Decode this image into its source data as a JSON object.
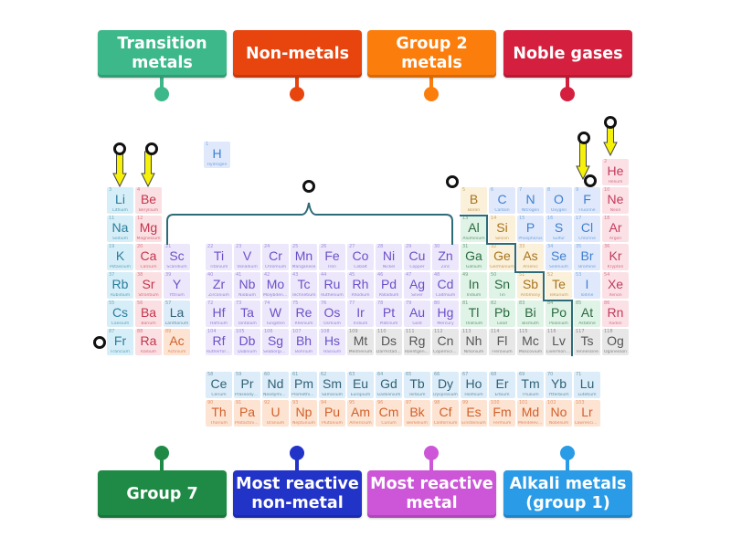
{
  "labels_top": [
    {
      "text": "Transition metals",
      "color": "#3db88a"
    },
    {
      "text": "Non-metals",
      "color": "#e8440e"
    },
    {
      "text": "Group 2 metals",
      "color": "#fb7d0c"
    },
    {
      "text": "Noble gases",
      "color": "#d4203e"
    }
  ],
  "labels_bottom": [
    {
      "text": "Group 7",
      "color": "#1f8a45"
    },
    {
      "text": "Most reactive non-metal",
      "color": "#2233c8"
    },
    {
      "text": "Most reactive metal",
      "color": "#cc55d8"
    },
    {
      "text": "Alkali metals (group 1)",
      "color": "#2a9be6"
    }
  ],
  "periodic_table": {
    "elements": [
      {
        "n": "1",
        "s": "H",
        "name": "Hydrogen",
        "p": 1,
        "g": 1,
        "c": "nonmetal"
      },
      {
        "n": "2",
        "s": "He",
        "name": "Helium",
        "p": 1,
        "g": 18,
        "c": "noble"
      },
      {
        "n": "3",
        "s": "Li",
        "name": "Lithium",
        "p": 2,
        "g": 1,
        "c": "alkali"
      },
      {
        "n": "4",
        "s": "Be",
        "name": "Beryllium",
        "p": 2,
        "g": 2,
        "c": "alkaline"
      },
      {
        "n": "5",
        "s": "B",
        "name": "Boron",
        "p": 2,
        "g": 13,
        "c": "metalloid"
      },
      {
        "n": "6",
        "s": "C",
        "name": "Carbon",
        "p": 2,
        "g": 14,
        "c": "nonmetal"
      },
      {
        "n": "7",
        "s": "N",
        "name": "Nitrogen",
        "p": 2,
        "g": 15,
        "c": "nonmetal"
      },
      {
        "n": "8",
        "s": "O",
        "name": "Oxygen",
        "p": 2,
        "g": 16,
        "c": "nonmetal"
      },
      {
        "n": "9",
        "s": "F",
        "name": "Fluorine",
        "p": 2,
        "g": 17,
        "c": "nonmetal"
      },
      {
        "n": "10",
        "s": "Ne",
        "name": "Neon",
        "p": 2,
        "g": 18,
        "c": "noble"
      },
      {
        "n": "11",
        "s": "Na",
        "name": "Sodium",
        "p": 3,
        "g": 1,
        "c": "alkali"
      },
      {
        "n": "12",
        "s": "Mg",
        "name": "Magnesium",
        "p": 3,
        "g": 2,
        "c": "alkaline"
      },
      {
        "n": "13",
        "s": "Al",
        "name": "Aluminium",
        "p": 3,
        "g": 13,
        "c": "post"
      },
      {
        "n": "14",
        "s": "Si",
        "name": "Silicon",
        "p": 3,
        "g": 14,
        "c": "metalloid"
      },
      {
        "n": "15",
        "s": "P",
        "name": "Phosphorus",
        "p": 3,
        "g": 15,
        "c": "nonmetal"
      },
      {
        "n": "16",
        "s": "S",
        "name": "Sulfur",
        "p": 3,
        "g": 16,
        "c": "nonmetal"
      },
      {
        "n": "17",
        "s": "Cl",
        "name": "Chlorine",
        "p": 3,
        "g": 17,
        "c": "nonmetal"
      },
      {
        "n": "18",
        "s": "Ar",
        "name": "Argon",
        "p": 3,
        "g": 18,
        "c": "noble"
      },
      {
        "n": "19",
        "s": "K",
        "name": "Potassium",
        "p": 4,
        "g": 1,
        "c": "alkali"
      },
      {
        "n": "20",
        "s": "Ca",
        "name": "Calcium",
        "p": 4,
        "g": 2,
        "c": "alkaline"
      },
      {
        "n": "21",
        "s": "Sc",
        "name": "Scandium",
        "p": 4,
        "g": 3,
        "c": "transition"
      },
      {
        "n": "22",
        "s": "Ti",
        "name": "Titanium",
        "p": 4,
        "g": 4,
        "c": "transition"
      },
      {
        "n": "23",
        "s": "V",
        "name": "Vanadium",
        "p": 4,
        "g": 5,
        "c": "transition"
      },
      {
        "n": "24",
        "s": "Cr",
        "name": "Chromium",
        "p": 4,
        "g": 6,
        "c": "transition"
      },
      {
        "n": "25",
        "s": "Mn",
        "name": "Manganese",
        "p": 4,
        "g": 7,
        "c": "transition"
      },
      {
        "n": "26",
        "s": "Fe",
        "name": "Iron",
        "p": 4,
        "g": 8,
        "c": "transition"
      },
      {
        "n": "27",
        "s": "Co",
        "name": "Cobalt",
        "p": 4,
        "g": 9,
        "c": "transition"
      },
      {
        "n": "28",
        "s": "Ni",
        "name": "Nickel",
        "p": 4,
        "g": 10,
        "c": "transition"
      },
      {
        "n": "29",
        "s": "Cu",
        "name": "Copper",
        "p": 4,
        "g": 11,
        "c": "transition"
      },
      {
        "n": "30",
        "s": "Zn",
        "name": "Zinc",
        "p": 4,
        "g": 12,
        "c": "transition"
      },
      {
        "n": "31",
        "s": "Ga",
        "name": "Gallium",
        "p": 4,
        "g": 13,
        "c": "post"
      },
      {
        "n": "32",
        "s": "Ge",
        "name": "Germanium",
        "p": 4,
        "g": 14,
        "c": "metalloid"
      },
      {
        "n": "33",
        "s": "As",
        "name": "Arsenic",
        "p": 4,
        "g": 15,
        "c": "metalloid"
      },
      {
        "n": "34",
        "s": "Se",
        "name": "Selenium",
        "p": 4,
        "g": 16,
        "c": "nonmetal"
      },
      {
        "n": "35",
        "s": "Br",
        "name": "Bromine",
        "p": 4,
        "g": 17,
        "c": "nonmetal"
      },
      {
        "n": "36",
        "s": "Kr",
        "name": "Krypton",
        "p": 4,
        "g": 18,
        "c": "noble"
      },
      {
        "n": "37",
        "s": "Rb",
        "name": "Rubidium",
        "p": 5,
        "g": 1,
        "c": "alkali"
      },
      {
        "n": "38",
        "s": "Sr",
        "name": "Strontium",
        "p": 5,
        "g": 2,
        "c": "alkaline"
      },
      {
        "n": "39",
        "s": "Y",
        "name": "Yttrium",
        "p": 5,
        "g": 3,
        "c": "transition"
      },
      {
        "n": "40",
        "s": "Zr",
        "name": "Zirconium",
        "p": 5,
        "g": 4,
        "c": "transition"
      },
      {
        "n": "41",
        "s": "Nb",
        "name": "Niobium",
        "p": 5,
        "g": 5,
        "c": "transition"
      },
      {
        "n": "42",
        "s": "Mo",
        "name": "Molybdenum",
        "p": 5,
        "g": 6,
        "c": "transition"
      },
      {
        "n": "43",
        "s": "Tc",
        "name": "Technetium",
        "p": 5,
        "g": 7,
        "c": "transition"
      },
      {
        "n": "44",
        "s": "Ru",
        "name": "Ruthenium",
        "p": 5,
        "g": 8,
        "c": "transition"
      },
      {
        "n": "45",
        "s": "Rh",
        "name": "Rhodium",
        "p": 5,
        "g": 9,
        "c": "transition"
      },
      {
        "n": "46",
        "s": "Pd",
        "name": "Palladium",
        "p": 5,
        "g": 10,
        "c": "transition"
      },
      {
        "n": "47",
        "s": "Ag",
        "name": "Silver",
        "p": 5,
        "g": 11,
        "c": "transition"
      },
      {
        "n": "48",
        "s": "Cd",
        "name": "Cadmium",
        "p": 5,
        "g": 12,
        "c": "transition"
      },
      {
        "n": "49",
        "s": "In",
        "name": "Indium",
        "p": 5,
        "g": 13,
        "c": "post"
      },
      {
        "n": "50",
        "s": "Sn",
        "name": "Tin",
        "p": 5,
        "g": 14,
        "c": "post"
      },
      {
        "n": "51",
        "s": "Sb",
        "name": "Antimony",
        "p": 5,
        "g": 15,
        "c": "metalloid"
      },
      {
        "n": "52",
        "s": "Te",
        "name": "Tellurium",
        "p": 5,
        "g": 16,
        "c": "metalloid"
      },
      {
        "n": "53",
        "s": "I",
        "name": "Iodine",
        "p": 5,
        "g": 17,
        "c": "nonmetal"
      },
      {
        "n": "54",
        "s": "Xe",
        "name": "Xenon",
        "p": 5,
        "g": 18,
        "c": "noble"
      },
      {
        "n": "55",
        "s": "Cs",
        "name": "Caesium",
        "p": 6,
        "g": 1,
        "c": "alkali"
      },
      {
        "n": "56",
        "s": "Ba",
        "name": "Barium",
        "p": 6,
        "g": 2,
        "c": "alkaline"
      },
      {
        "n": "57",
        "s": "La",
        "name": "Lanthanum",
        "p": 6,
        "g": 3,
        "c": "lanth"
      },
      {
        "n": "72",
        "s": "Hf",
        "name": "Hafnium",
        "p": 6,
        "g": 4,
        "c": "transition"
      },
      {
        "n": "73",
        "s": "Ta",
        "name": "Tantalum",
        "p": 6,
        "g": 5,
        "c": "transition"
      },
      {
        "n": "74",
        "s": "W",
        "name": "Tungsten",
        "p": 6,
        "g": 6,
        "c": "transition"
      },
      {
        "n": "75",
        "s": "Re",
        "name": "Rhenium",
        "p": 6,
        "g": 7,
        "c": "transition"
      },
      {
        "n": "76",
        "s": "Os",
        "name": "Osmium",
        "p": 6,
        "g": 8,
        "c": "transition"
      },
      {
        "n": "77",
        "s": "Ir",
        "name": "Iridium",
        "p": 6,
        "g": 9,
        "c": "transition"
      },
      {
        "n": "78",
        "s": "Pt",
        "name": "Platinum",
        "p": 6,
        "g": 10,
        "c": "transition"
      },
      {
        "n": "79",
        "s": "Au",
        "name": "Gold",
        "p": 6,
        "g": 11,
        "c": "transition"
      },
      {
        "n": "80",
        "s": "Hg",
        "name": "Mercury",
        "p": 6,
        "g": 12,
        "c": "transition"
      },
      {
        "n": "81",
        "s": "Tl",
        "name": "Thallium",
        "p": 6,
        "g": 13,
        "c": "post"
      },
      {
        "n": "82",
        "s": "Pb",
        "name": "Lead",
        "p": 6,
        "g": 14,
        "c": "post"
      },
      {
        "n": "83",
        "s": "Bi",
        "name": "Bismuth",
        "p": 6,
        "g": 15,
        "c": "post"
      },
      {
        "n": "84",
        "s": "Po",
        "name": "Polonium",
        "p": 6,
        "g": 16,
        "c": "post"
      },
      {
        "n": "85",
        "s": "At",
        "name": "Astatine",
        "p": 6,
        "g": 17,
        "c": "post"
      },
      {
        "n": "86",
        "s": "Rn",
        "name": "Radon",
        "p": 6,
        "g": 18,
        "c": "noble"
      },
      {
        "n": "87",
        "s": "Fr",
        "name": "Francium",
        "p": 7,
        "g": 1,
        "c": "alkali"
      },
      {
        "n": "88",
        "s": "Ra",
        "name": "Radium",
        "p": 7,
        "g": 2,
        "c": "alkaline"
      },
      {
        "n": "89",
        "s": "Ac",
        "name": "Actinium",
        "p": 7,
        "g": 3,
        "c": "act"
      },
      {
        "n": "104",
        "s": "Rf",
        "name": "Rutherfordium",
        "p": 7,
        "g": 4,
        "c": "transition"
      },
      {
        "n": "105",
        "s": "Db",
        "name": "Dubnium",
        "p": 7,
        "g": 5,
        "c": "transition"
      },
      {
        "n": "106",
        "s": "Sg",
        "name": "Seaborgium",
        "p": 7,
        "g": 6,
        "c": "transition"
      },
      {
        "n": "107",
        "s": "Bh",
        "name": "Bohrium",
        "p": 7,
        "g": 7,
        "c": "transition"
      },
      {
        "n": "108",
        "s": "Hs",
        "name": "Hassium",
        "p": 7,
        "g": 8,
        "c": "transition"
      },
      {
        "n": "109",
        "s": "Mt",
        "name": "Meitnerium",
        "p": 7,
        "g": 9,
        "c": "unknown"
      },
      {
        "n": "110",
        "s": "Ds",
        "name": "Darmstadtium",
        "p": 7,
        "g": 10,
        "c": "unknown"
      },
      {
        "n": "111",
        "s": "Rg",
        "name": "Roentgenium",
        "p": 7,
        "g": 11,
        "c": "unknown"
      },
      {
        "n": "112",
        "s": "Cn",
        "name": "Copernicium",
        "p": 7,
        "g": 12,
        "c": "unknown"
      },
      {
        "n": "113",
        "s": "Nh",
        "name": "Nihonium",
        "p": 7,
        "g": 13,
        "c": "unknown"
      },
      {
        "n": "114",
        "s": "Fl",
        "name": "Flerovium",
        "p": 7,
        "g": 14,
        "c": "unknown"
      },
      {
        "n": "115",
        "s": "Mc",
        "name": "Moscovium",
        "p": 7,
        "g": 15,
        "c": "unknown"
      },
      {
        "n": "116",
        "s": "Lv",
        "name": "Livermorium",
        "p": 7,
        "g": 16,
        "c": "unknown"
      },
      {
        "n": "117",
        "s": "Ts",
        "name": "Tennessine",
        "p": 7,
        "g": 17,
        "c": "unknown"
      },
      {
        "n": "118",
        "s": "Og",
        "name": "Oganesson",
        "p": 7,
        "g": 18,
        "c": "unknown"
      }
    ],
    "lanthanides": [
      {
        "n": "58",
        "s": "Ce",
        "name": "Cerium"
      },
      {
        "n": "59",
        "s": "Pr",
        "name": "Praseodymium"
      },
      {
        "n": "60",
        "s": "Nd",
        "name": "Neodymium"
      },
      {
        "n": "61",
        "s": "Pm",
        "name": "Promethium"
      },
      {
        "n": "62",
        "s": "Sm",
        "name": "Samarium"
      },
      {
        "n": "63",
        "s": "Eu",
        "name": "Europium"
      },
      {
        "n": "64",
        "s": "Gd",
        "name": "Gadolinium"
      },
      {
        "n": "65",
        "s": "Tb",
        "name": "Terbium"
      },
      {
        "n": "66",
        "s": "Dy",
        "name": "Dysprosium"
      },
      {
        "n": "67",
        "s": "Ho",
        "name": "Holmium"
      },
      {
        "n": "68",
        "s": "Er",
        "name": "Erbium"
      },
      {
        "n": "69",
        "s": "Tm",
        "name": "Thulium"
      },
      {
        "n": "70",
        "s": "Yb",
        "name": "Ytterbium"
      },
      {
        "n": "71",
        "s": "Lu",
        "name": "Lutetium"
      }
    ],
    "actinides": [
      {
        "n": "90",
        "s": "Th",
        "name": "Thorium"
      },
      {
        "n": "91",
        "s": "Pa",
        "name": "Protactinium"
      },
      {
        "n": "92",
        "s": "U",
        "name": "Uranium"
      },
      {
        "n": "93",
        "s": "Np",
        "name": "Neptunium"
      },
      {
        "n": "94",
        "s": "Pu",
        "name": "Plutonium"
      },
      {
        "n": "95",
        "s": "Am",
        "name": "Americium"
      },
      {
        "n": "96",
        "s": "Cm",
        "name": "Curium"
      },
      {
        "n": "97",
        "s": "Bk",
        "name": "Berkelium"
      },
      {
        "n": "98",
        "s": "Cf",
        "name": "Californium"
      },
      {
        "n": "99",
        "s": "Es",
        "name": "Einsteinium"
      },
      {
        "n": "100",
        "s": "Fm",
        "name": "Fermium"
      },
      {
        "n": "101",
        "s": "Md",
        "name": "Mendelevium"
      },
      {
        "n": "102",
        "s": "No",
        "name": "Nobelium"
      },
      {
        "n": "103",
        "s": "Lr",
        "name": "Lawrencium"
      }
    ]
  },
  "colors": {
    "arrow_fill": "#f5f10a",
    "arrow_stroke": "#444444",
    "bracket": "#2d6b78",
    "target_ring": "#111111"
  }
}
